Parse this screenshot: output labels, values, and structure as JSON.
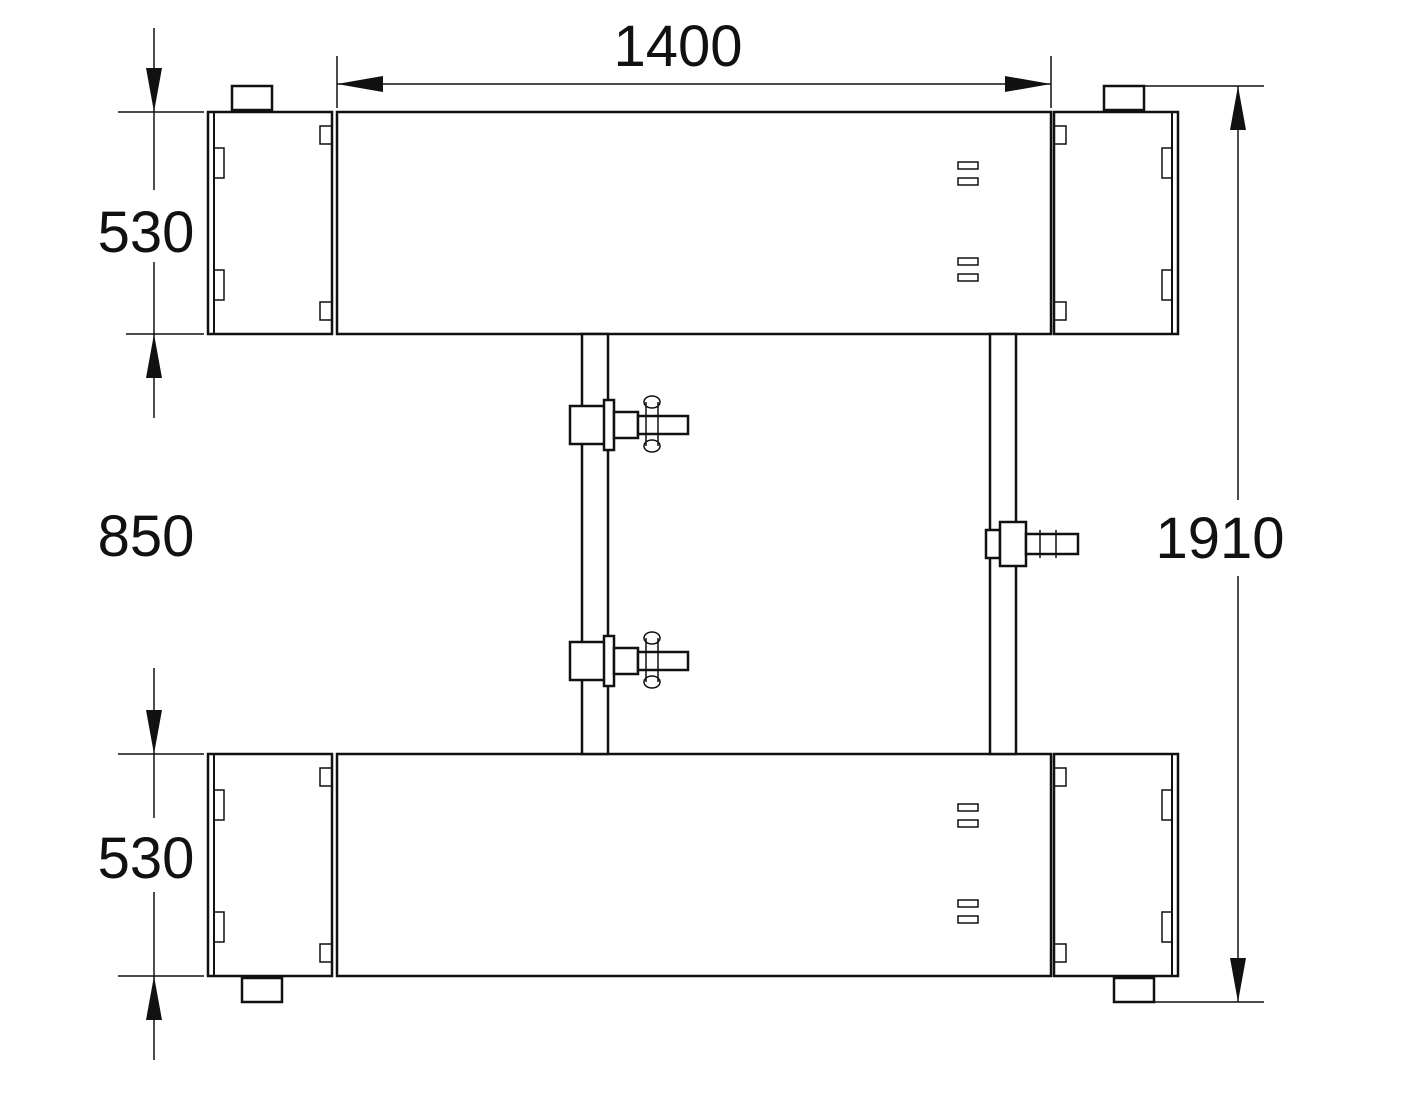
{
  "dimensions": {
    "top_width": "1400",
    "upper_depth": "530",
    "gap_depth": "850",
    "lower_depth": "530",
    "total_depth": "1910"
  },
  "colors": {
    "line": "#111111",
    "background": "#ffffff"
  }
}
